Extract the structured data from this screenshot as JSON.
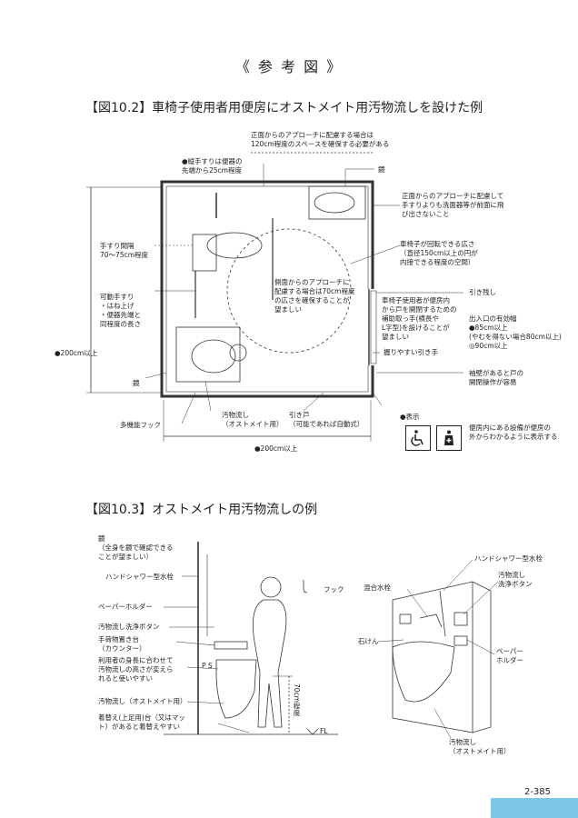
{
  "header": {
    "title": "《 参 考 図 》"
  },
  "fig1": {
    "title": "【図10.2】車椅子使用者用便房にオストメイト用汚物流しを設けた例",
    "labels": {
      "approach_front": [
        "正面からのアプローチに配慮する場合は",
        "120cm程度のスペースを確保する必要がある"
      ],
      "vertical_rail": [
        "●縦手すりは便器の",
        "先端から25cm程度"
      ],
      "mirror_top": [
        "鏡"
      ],
      "front_rail": [
        "正面からのアプローチに配慮して",
        "手すりよりも洗面器等が前面に飛",
        "び出さないこと"
      ],
      "rail_spacing": [
        "手すり間隔",
        "70～75cm程度"
      ],
      "turn_space": [
        "車椅子が回転できる広さ",
        "（直径150cm以上の円が",
        "内接できる程度の空間）"
      ],
      "side_approach": [
        "側面からのアプローチに",
        "配慮する場合は70cm程度",
        "の広さを確保することが",
        "望ましい"
      ],
      "movable_rail": [
        "可動手すり",
        "・はね上げ",
        "・便器先端と",
        "同程度の長さ"
      ],
      "pull_margin": [
        "引き残し"
      ],
      "door_assist": [
        "車椅子使用者が便房内",
        "から戸を開閉するための",
        "補助取っ手(横長や",
        "L字型)を設けることが",
        "望ましい"
      ],
      "door_width": [
        "出入口の有効幅",
        "●85cm以上",
        "(やむを得ない場合80cm以上)",
        "◎90cm以上"
      ],
      "dim_200_left": [
        "●200cm以上"
      ],
      "grip": [
        "握りやすい引き手"
      ],
      "mirror_bottom": [
        "鏡"
      ],
      "sleeve_wall": [
        "袖壁があると戸の",
        "開閉操作が容易"
      ],
      "hook": [
        "多機能フック"
      ],
      "sink": [
        "汚物流し",
        "（オストメイト用）"
      ],
      "sliding_door": [
        "引き戸",
        "（可能であれば自動式）"
      ],
      "sign": [
        "●表示"
      ],
      "sign_note": [
        "便房内にある設備が便房の",
        "外からわかるように表示する"
      ],
      "dim_200_bottom": [
        "●200cm以上"
      ]
    }
  },
  "fig2": {
    "title": "【図10.3】オストメイト用汚物流しの例",
    "labels": {
      "mirror": [
        "鏡",
        "（全身を鏡で確認できる",
        "ことが望ましい）"
      ],
      "hand_shower_left": [
        "ハンドシャワー型水栓"
      ],
      "paper_left": [
        "ペーパーホルダー"
      ],
      "flush_button_left": [
        "汚物流し洗浄ボタン"
      ],
      "shelf": [
        "手荷物置き台",
        "（カウンター）"
      ],
      "height_adjust": [
        "利用者の身長に合わせて",
        "汚物流しの高さが変えら",
        "れると使いやすい"
      ],
      "ostomate_left": [
        "汚物流し（オストメイト用）"
      ],
      "changing_board": [
        "着替え(上足用)台（又はマッ",
        "ト）があると着替えやすい"
      ],
      "hook": [
        "フック"
      ],
      "ps": [
        "P S"
      ],
      "height_70": [
        "70cm程度"
      ],
      "fl": [
        "FL"
      ],
      "hand_shower_right": [
        "ハンドシャワー型水栓"
      ],
      "mixing_faucet": [
        "混合水栓"
      ],
      "flush_button_right": [
        "汚物流し",
        "洗浄ボタン"
      ],
      "soap": [
        "石けん"
      ],
      "paper_right": [
        "ペーパー",
        "ホルダー"
      ],
      "ostomate_right": [
        "汚物流し",
        "（オストメイト用）"
      ]
    }
  },
  "footer": {
    "page_number": "2-385"
  }
}
